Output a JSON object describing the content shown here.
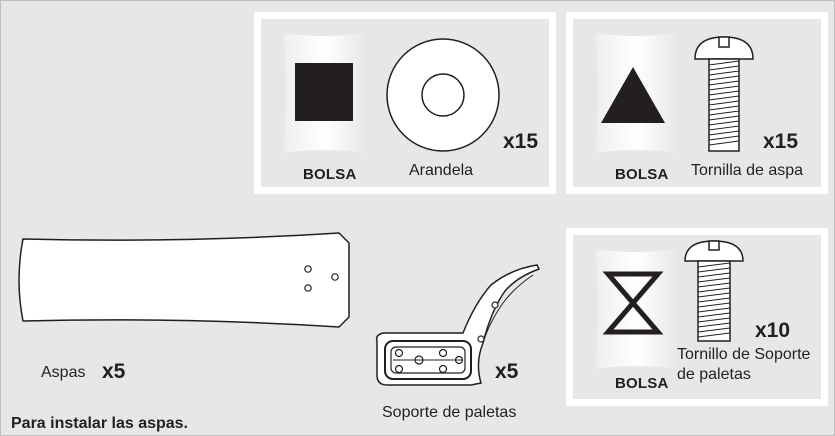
{
  "panels": {
    "washer": {
      "bag_label": "BOLSA",
      "item_label": "Arandela",
      "quantity": "x15"
    },
    "blade_screw": {
      "bag_label": "BOLSA",
      "item_label": "Tornilla de aspa",
      "quantity": "x15"
    },
    "bracket_screw": {
      "bag_label": "BOLSA",
      "item_label_line1": "Tornillo de Soporte",
      "item_label_line2": "de paletas",
      "quantity": "x10"
    }
  },
  "blades": {
    "label": "Aspas",
    "quantity": "x5"
  },
  "bracket": {
    "label": "Soporte de paletas",
    "quantity": "x5"
  },
  "footer": {
    "note": "Para instalar las aspas."
  },
  "icons": [
    "square-symbol-icon",
    "triangle-symbol-icon",
    "hourglass-symbol-icon",
    "washer-icon",
    "screw-icon",
    "fan-blade-icon",
    "blade-bracket-icon"
  ]
}
